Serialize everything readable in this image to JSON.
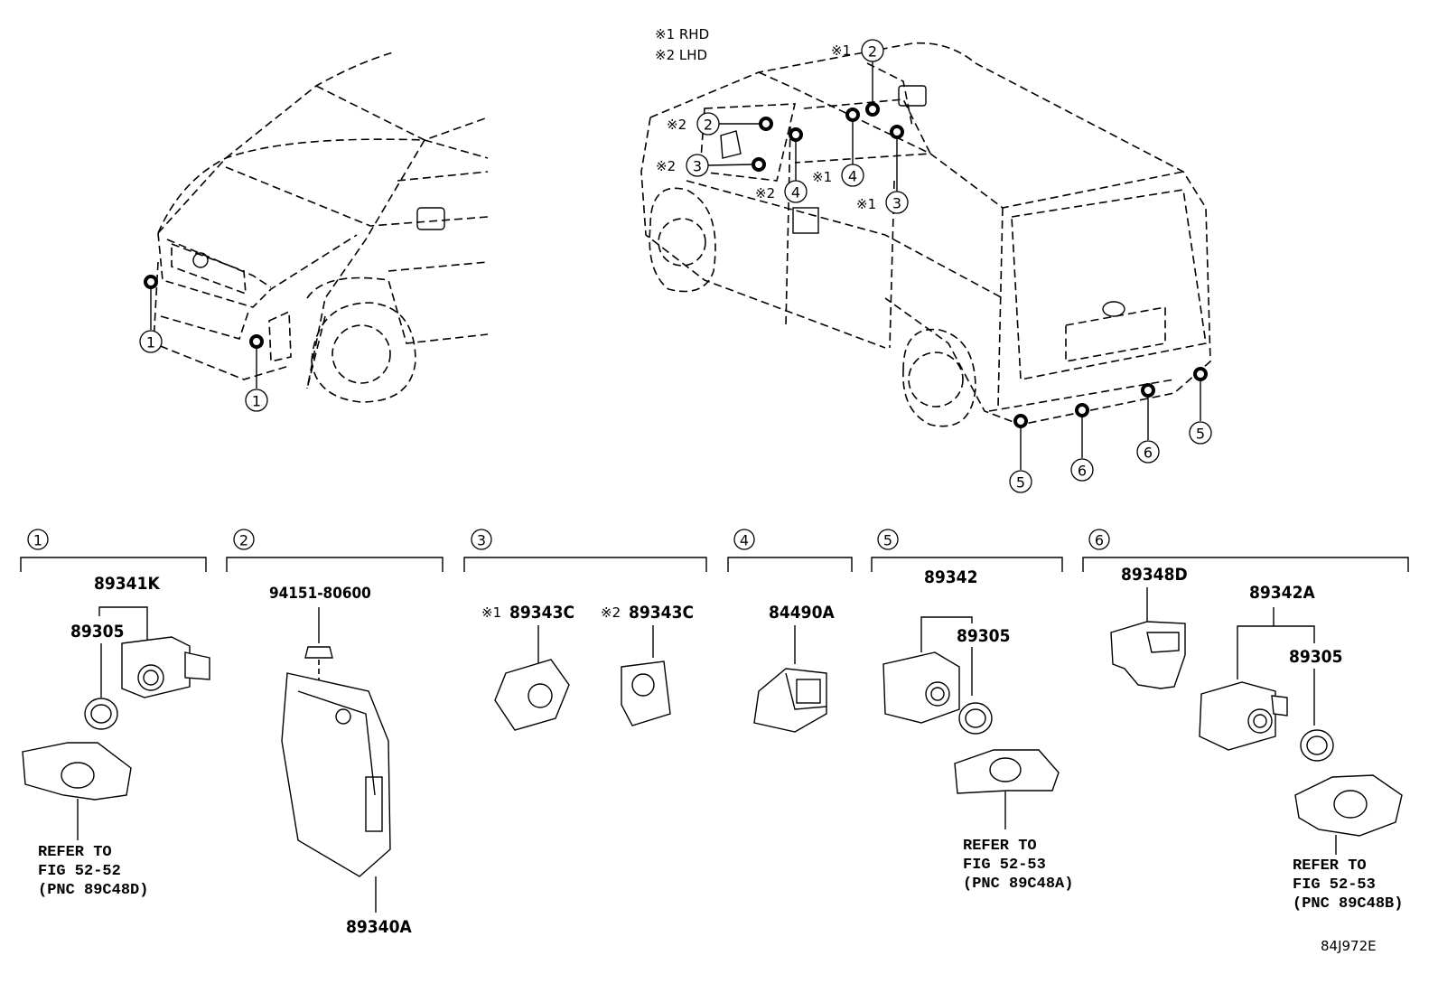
{
  "legend": {
    "rhd": "※1 RHD",
    "lhd": "※2 LHD"
  },
  "callout_marks": {
    "rhd": "※1",
    "lhd": "※2"
  },
  "groups": [
    {
      "number": "1",
      "labels": [
        "89341K",
        "89305"
      ],
      "refer": [
        "REFER TO",
        "FIG 52-52",
        "(PNC 89C48D)"
      ]
    },
    {
      "number": "2",
      "labels": [
        "94151-80600",
        "89340A"
      ]
    },
    {
      "number": "3",
      "labels": [
        "※1",
        "89343C",
        "※2",
        "89343C"
      ]
    },
    {
      "number": "4",
      "labels": [
        "84490A"
      ]
    },
    {
      "number": "5",
      "labels": [
        "89342",
        "89305"
      ],
      "refer": [
        "REFER TO",
        "FIG 52-53",
        "(PNC 89C48A)"
      ]
    },
    {
      "number": "6",
      "labels": [
        "89348D",
        "89342A",
        "89305"
      ],
      "refer": [
        "REFER TO",
        "FIG 52-53",
        "(PNC 89C48B)"
      ]
    }
  ],
  "figure_code": "84J972E"
}
